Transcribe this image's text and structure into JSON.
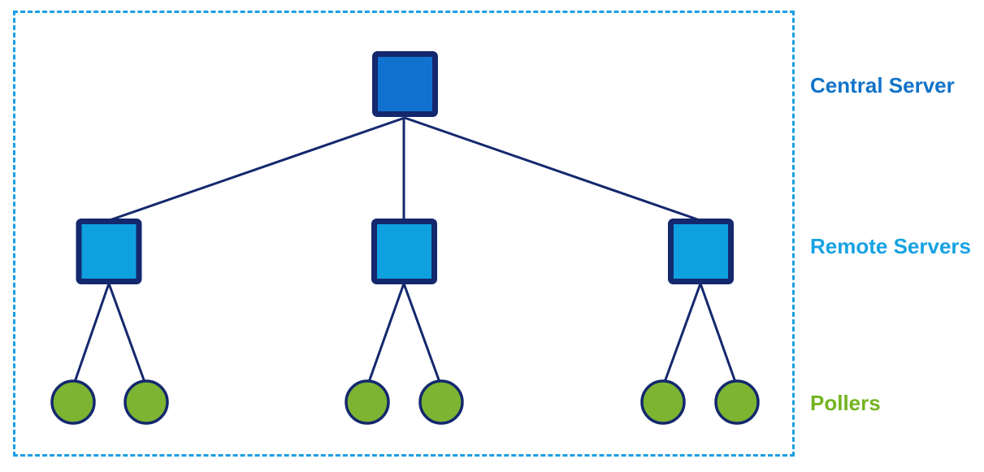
{
  "diagram": {
    "labels": {
      "central": "Central Server",
      "remote": "Remote Servers",
      "pollers": "Pollers"
    },
    "nodes": [
      {
        "type": "central-server",
        "count": 1,
        "shape": "square"
      },
      {
        "type": "remote-server",
        "count": 3,
        "shape": "square"
      },
      {
        "type": "poller",
        "count": 6,
        "shape": "circle"
      }
    ],
    "colors": {
      "central_fill": "#1072ce",
      "remote_fill": "#0fa0df",
      "poller_fill": "#7db432",
      "line": "#14286e",
      "dashed_border": "#1b9fe2",
      "central_text": "#1273c9",
      "remote_text": "#17a2e3",
      "pollers_text": "#74b421"
    }
  }
}
